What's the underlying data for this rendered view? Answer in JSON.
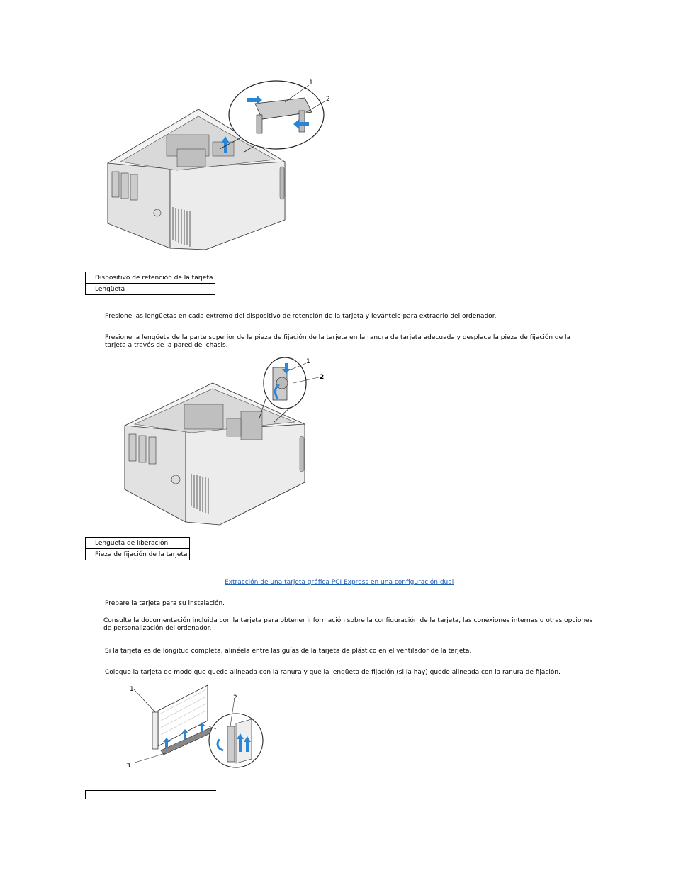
{
  "figure1": {
    "callouts": [
      "1",
      "2"
    ],
    "legend": [
      {
        "num": "",
        "label": "Dispositivo de retención de la tarjeta"
      },
      {
        "num": "",
        "label": "Lengüeta"
      }
    ]
  },
  "step_remove_retention": "Presione las lengüetas en cada extremo del dispositivo de retención de la tarjeta y levántelo para extraerlo del ordenador.",
  "step_press_tab": "Presione la lengüeta de la parte superior de la pieza de fijación de la tarjeta en la ranura de tarjeta adecuada y desplace la pieza de fijación de la tarjeta a través de la pared del chasis.",
  "figure2": {
    "callouts": [
      "1",
      "2"
    ],
    "legend": [
      {
        "num": "",
        "label": "Lengüeta de liberación"
      },
      {
        "num": "",
        "label": "Pieza de fijación de la tarjeta"
      }
    ]
  },
  "link_dual": "Extracción de una tarjeta gráfica PCI Express en una configuración dual",
  "step_prepare": "Prepare la tarjeta para su instalación.",
  "note_docs": "Consulte la documentación incluida con la tarjeta para obtener información sobre la configuración de la tarjeta, las conexiones internas u otras opciones de personalización del ordenador.",
  "step_full_length": "Si la tarjeta es de longitud completa, alinéela entre las guías de la tarjeta de plástico en el ventilador de la tarjeta.",
  "step_align": "Coloque la tarjeta de modo que quede alineada con la ranura y que la lengüeta de fijación (si la hay) quede alineada con la ranura de fijación.",
  "figure3": {
    "callouts": [
      "1",
      "2",
      "3"
    ]
  }
}
